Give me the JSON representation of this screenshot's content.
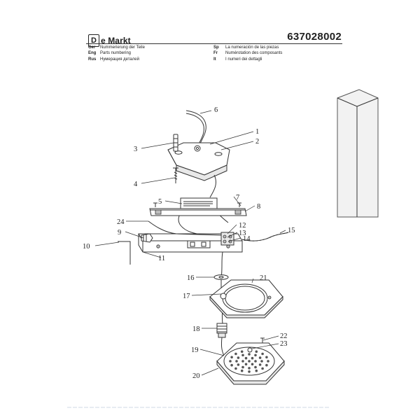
{
  "header": {
    "logo_letter": "D",
    "logo_text": "e Markt",
    "doc_number": "637028002"
  },
  "languages_left": [
    {
      "code": "Ger",
      "text": "Nummerierung der Teile"
    },
    {
      "code": "Eng",
      "text": "Parts numbering"
    },
    {
      "code": "Rus",
      "text": "Нумерация деталей"
    }
  ],
  "languages_right": [
    {
      "code": "Sp",
      "text": "La numeración de las piezas"
    },
    {
      "code": "Fr",
      "text": "Numérotation des composants"
    },
    {
      "code": "It",
      "text": "I numeri dei dettagli"
    }
  ],
  "callouts": [
    "1",
    "2",
    "3",
    "4",
    "5",
    "6",
    "7",
    "8",
    "9",
    "10",
    "11",
    "12",
    "13",
    "14",
    "15",
    "16",
    "17",
    "18",
    "19",
    "20",
    "21",
    "22",
    "23",
    "24"
  ]
}
